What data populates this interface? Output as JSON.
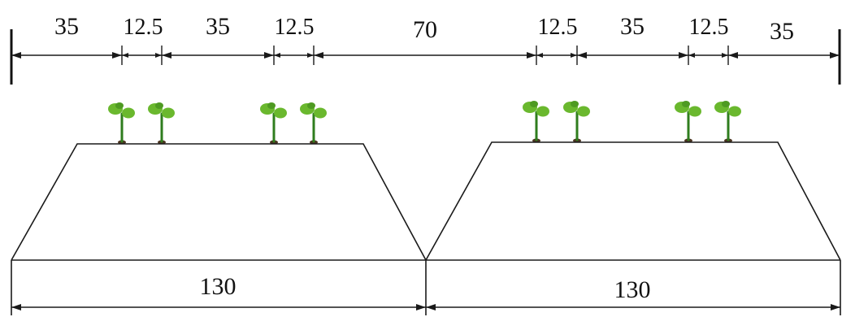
{
  "top_spacings": [
    {
      "label": "35"
    },
    {
      "label": "12.5"
    },
    {
      "label": "35"
    },
    {
      "label": "12.5"
    },
    {
      "label": "70"
    },
    {
      "label": "12.5"
    },
    {
      "label": "35"
    },
    {
      "label": "12.5"
    },
    {
      "label": "35"
    }
  ],
  "bed_widths": [
    {
      "label": "130"
    },
    {
      "label": "130"
    }
  ],
  "colors": {
    "line": "#1a1a1a",
    "leaf": "#6ab82e",
    "leaf_dark": "#4e9a22",
    "stem": "#2f7d1e",
    "seed": "#4a3420"
  },
  "seedling_icon": "seedling-icon",
  "seedling_count": 8
}
